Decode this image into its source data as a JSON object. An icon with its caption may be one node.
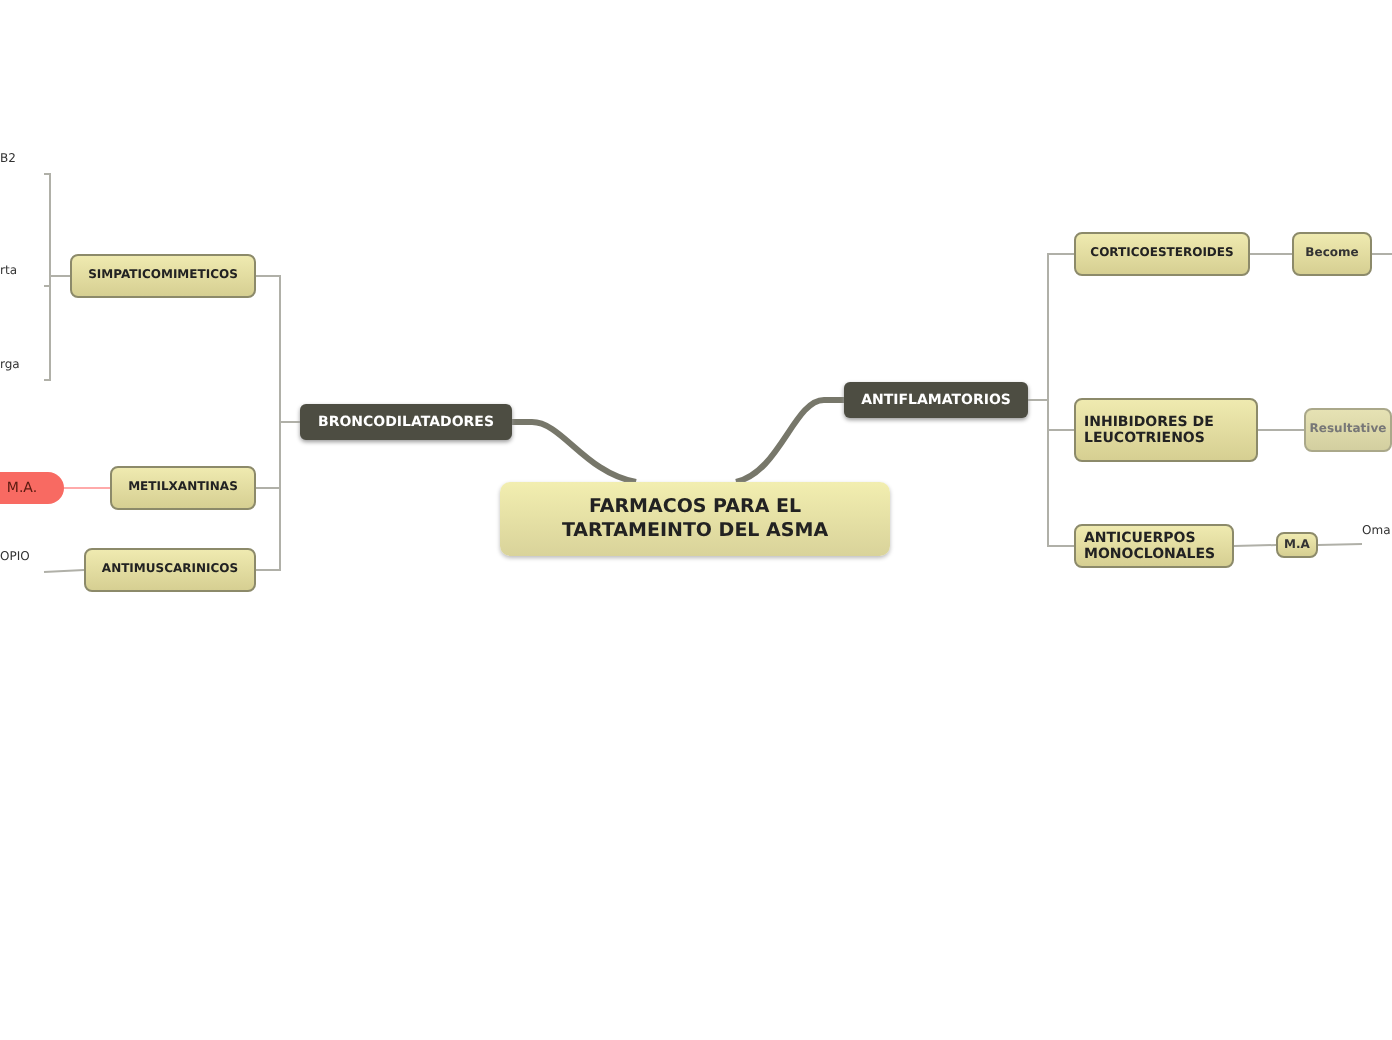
{
  "diagram": {
    "nodes": [
      {
        "text": [
          "FARMACOS PARA EL TARTAMEINTO DEL ASMA"
        ]
      },
      {
        "text": [
          "BRONCODILATADORES"
        ]
      },
      {
        "text": [
          "SIMPATICOMIMETICOS"
        ]
      },
      {
        "text": [
          "B2"
        ]
      },
      {
        "text": [
          "rta"
        ]
      },
      {
        "text": [
          "rga"
        ]
      },
      {
        "text": [
          "METILXANTINAS"
        ]
      },
      {
        "text": [
          "M.A."
        ]
      },
      {
        "text": [
          "ANTIMUSCARINICOS"
        ]
      },
      {
        "text": [
          "OPIO"
        ]
      },
      {
        "text": [
          "ANTIFLAMATORIOS"
        ]
      },
      {
        "text": [
          "CORTICOESTEROIDES"
        ]
      },
      {
        "text": [
          "Become"
        ]
      },
      {
        "text": [
          "INHIBIDORES DE LEUCOTRIENOS"
        ]
      },
      {
        "text": [
          "Resultative"
        ]
      },
      {
        "text": [
          "ANTICUERPOS MONOCLONALES"
        ]
      },
      {
        "text": [
          "M.A"
        ]
      },
      {
        "text": [
          "Oma"
        ]
      }
    ],
    "edges": [
      {
        "from": 0,
        "to": 1,
        "arrow": "none",
        "style": "thick"
      },
      {
        "from": 1,
        "to": 2,
        "arrow": "none"
      },
      {
        "from": 2,
        "to": 3,
        "arrow": "none"
      },
      {
        "from": 2,
        "to": 4,
        "arrow": "none"
      },
      {
        "from": 2,
        "to": 5,
        "arrow": "none"
      },
      {
        "from": 1,
        "to": 6,
        "arrow": "none"
      },
      {
        "from": 6,
        "to": 7,
        "arrow": "none",
        "color": "#ffaaaa"
      },
      {
        "from": 1,
        "to": 8,
        "arrow": "none"
      },
      {
        "from": 8,
        "to": 9,
        "arrow": "none"
      },
      {
        "from": 0,
        "to": 10,
        "arrow": "none",
        "style": "thick"
      },
      {
        "from": 10,
        "to": 11,
        "arrow": "none"
      },
      {
        "from": 11,
        "to": 12,
        "arrow": "none"
      },
      {
        "from": 12,
        "to": null,
        "arrow": "none"
      },
      {
        "from": 10,
        "to": 13,
        "arrow": "none"
      },
      {
        "from": 13,
        "to": 14,
        "arrow": "none"
      },
      {
        "from": 10,
        "to": 15,
        "arrow": "none"
      },
      {
        "from": 15,
        "to": 16,
        "arrow": "none"
      },
      {
        "from": 16,
        "to": 17,
        "arrow": "none"
      }
    ]
  }
}
